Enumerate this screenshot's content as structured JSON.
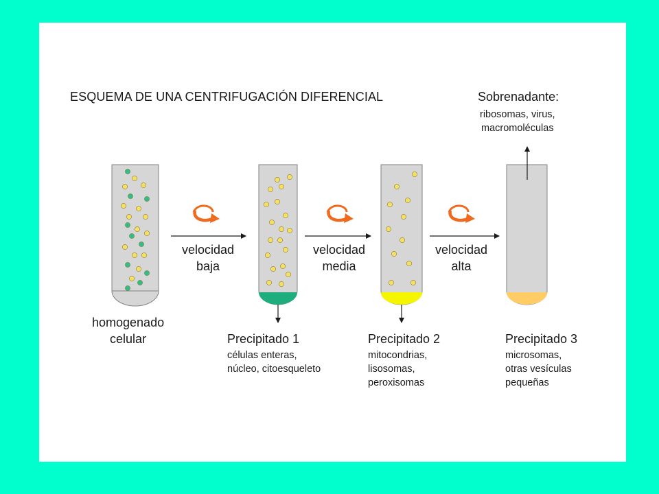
{
  "title": "ESQUEMA DE UNA CENTRIFUGACIÓN DIFERENCIAL",
  "sobrenadante": {
    "title": "Sobrenadante:",
    "line1": "ribosomas, virus,",
    "line2": "macromoléculas"
  },
  "speeds": [
    {
      "line1": "velocidad",
      "line2": "baja"
    },
    {
      "line1": "velocidad",
      "line2": "media"
    },
    {
      "line1": "velocidad",
      "line2": "alta"
    }
  ],
  "homogenado": {
    "line1": "homogenado",
    "line2": "celular"
  },
  "precipitados": [
    {
      "title": "Precipitado 1",
      "line1": "células enteras,",
      "line2": "núcleo, citoesqueleto",
      "color": "#1EAE7E"
    },
    {
      "title": "Precipitado 2",
      "line1": "mitocondrias,",
      "line2": "lisosomas,",
      "line3": "peroxisomas",
      "color": "#F5F500"
    },
    {
      "title": "Precipitado 3",
      "line1": "microsomas,",
      "line2": "otras vesículas",
      "line3": "pequeñas",
      "color": "#FFCC66"
    }
  ],
  "colors": {
    "background": "#00FFCC",
    "tube_fill": "#D6D6D6",
    "particle_yellow": "#F5E063",
    "particle_green": "#2DBE8E",
    "rotation_arrow": "#F06A1E"
  }
}
